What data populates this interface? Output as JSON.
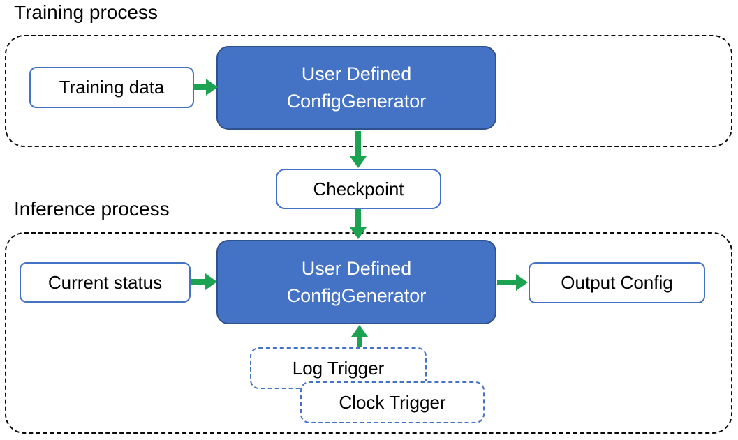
{
  "colors": {
    "generator_fill": "#4472C4",
    "generator_border": "#2F528F",
    "generator_text": "#FFFFFF",
    "node_border": "#4472C4",
    "arrow": "#1CA351",
    "container_border": "#0A0A0A",
    "text": "#000000"
  },
  "training": {
    "title": "Training process",
    "input_box": "Training data",
    "generator": {
      "line1": "User Defined",
      "line2": "ConfigGenerator"
    }
  },
  "checkpoint": {
    "label": "Checkpoint"
  },
  "inference": {
    "title": "Inference process",
    "input_box": "Current status",
    "generator": {
      "line1": "User Defined",
      "line2": "ConfigGenerator"
    },
    "output_box": "Output Config",
    "log_trigger": "Log Trigger",
    "clock_trigger": "Clock Trigger"
  }
}
